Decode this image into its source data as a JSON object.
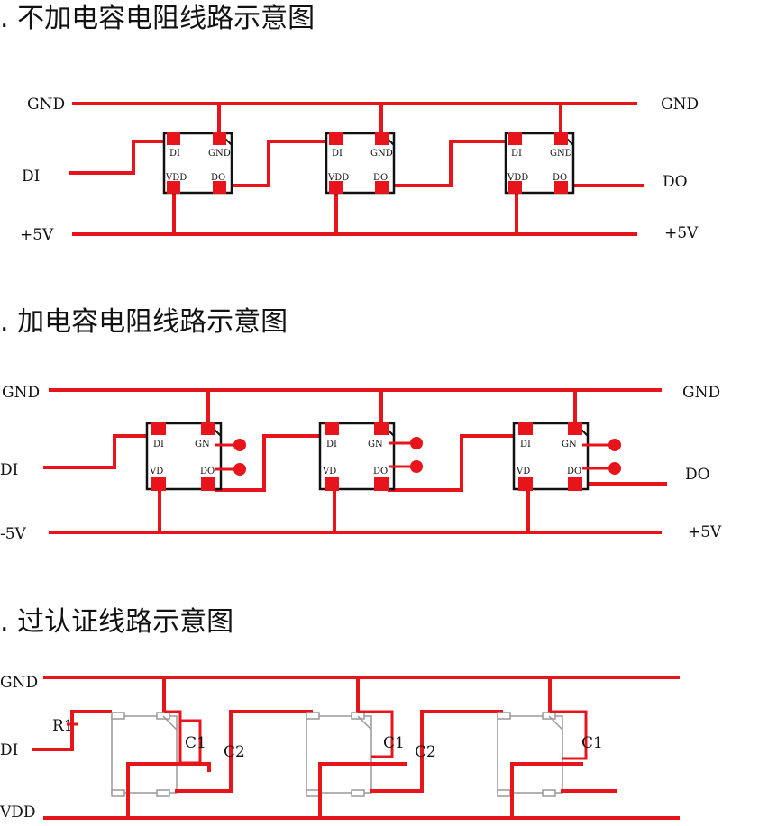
{
  "titles": {
    "t1": ". 不加电容电阻线路示意图",
    "t2": ". 加电容电阻线路示意图",
    "t3": ". 过认证线路示意图"
  },
  "labels": {
    "gnd": "GND",
    "di": "DI",
    "do": "DO",
    "v5": "+5V",
    "v5_cut": "-5V",
    "di_cut": "DI",
    "gnd_cut": "GND",
    "vdd": "VDD",
    "vdd_cut": "VDD",
    "r1": "R1",
    "c1": "C1",
    "c2": "C2"
  },
  "pins": {
    "di": "DI",
    "gnd": "GND",
    "vdd": "VDD",
    "do": "DO",
    "vdd_cut": "VD",
    "gnd_cut": "GN"
  },
  "colors": {
    "wire": "#e8141c",
    "chip_outline": "#111111"
  }
}
